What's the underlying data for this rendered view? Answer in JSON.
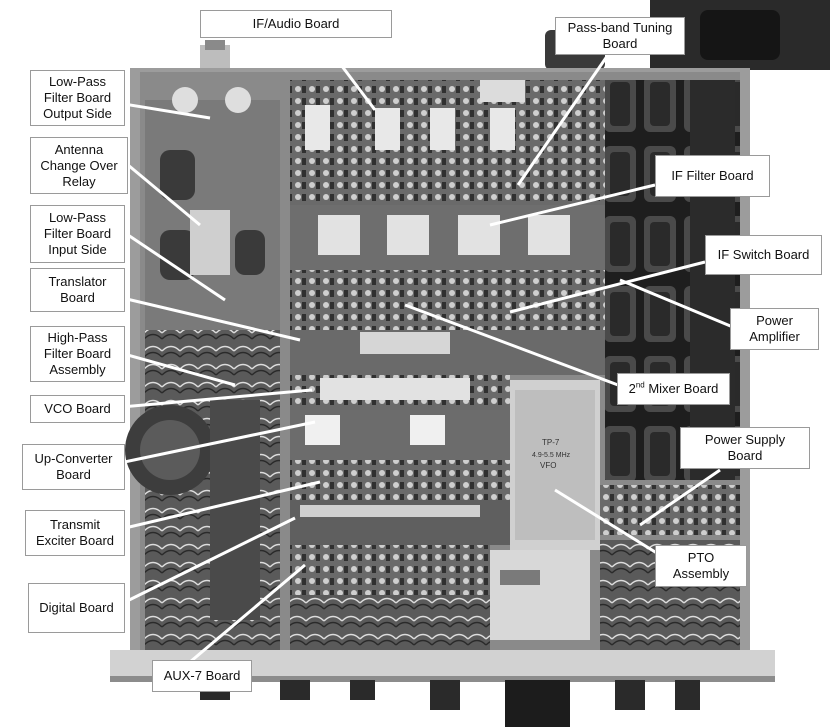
{
  "callouts": {
    "if_audio": "IF/Audio Board",
    "passband": "Pass-band Tuning\nBoard",
    "lpf_output": "Low-Pass\nFilter Board\nOutput Side",
    "antenna_relay": "Antenna\nChange Over\nRelay",
    "lpf_input": "Low-Pass\nFilter Board\nInput Side",
    "translator": "Translator\nBoard",
    "hpf": "High-Pass\nFilter Board\nAssembly",
    "vco": "VCO Board",
    "upconverter": "Up-Converter\nBoard",
    "transmit_exciter": "Transmit\nExciter Board",
    "digital": "Digital Board",
    "aux7": "AUX-7 Board",
    "if_filter": "IF Filter Board",
    "if_switch": "IF Switch Board",
    "power_amp": "Power\nAmplifier",
    "mixer2_number": "2",
    "mixer2_sup": "nd",
    "mixer2_rest": " Mixer Board",
    "power_supply": "Power Supply\nBoard",
    "pto": "PTO\nAssembly"
  },
  "device_markings": {
    "pto_tag_line1": "TP-7",
    "pto_tag_line2": "4.9-5.5 MHz",
    "pto_tag_line3": "VFO"
  },
  "colors": {
    "chassis": "#9c9c9c",
    "board": "#5e5e5e",
    "dark": "#2b2b2b",
    "label_border": "#9a9a9a"
  }
}
